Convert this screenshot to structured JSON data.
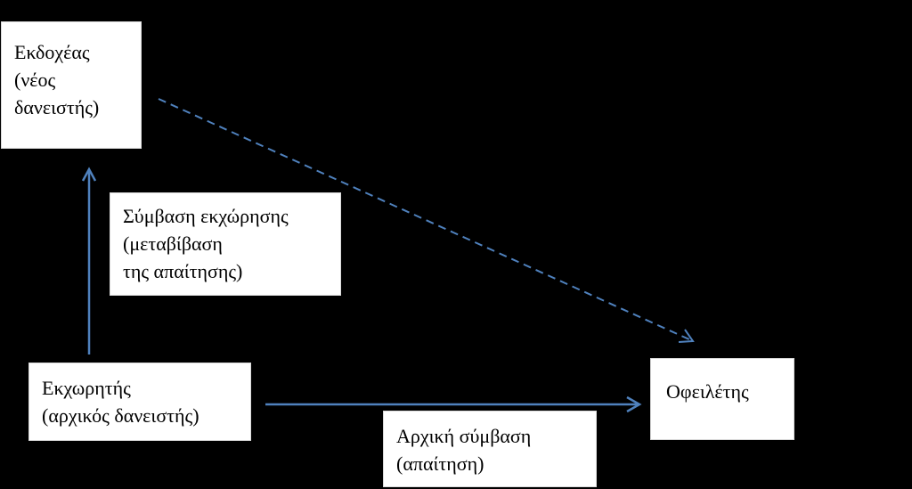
{
  "diagram": {
    "colors": {
      "background": "#000000",
      "box_fill": "#ffffff",
      "arrow": "#4f81bd",
      "text": "#000000"
    },
    "nodes": {
      "assignee": "Εκδοχέας\n(νέος\nδανειστής)",
      "assignment_contract": "Σύμβαση  εκχώρησης\n(μεταβίβαση\nτης απαίτησης)",
      "assignor": "Εκχωρητής\n(αρχικός δανειστής)",
      "debtor": "Οφειλέτης",
      "original_contract": "Αρχική σύμβαση\n(απαίτηση)"
    },
    "edges": [
      {
        "from": "assignor",
        "to": "assignee",
        "style": "solid"
      },
      {
        "from": "assignor",
        "to": "debtor",
        "style": "solid"
      },
      {
        "from": "assignee",
        "to": "debtor",
        "style": "dashed"
      }
    ]
  }
}
